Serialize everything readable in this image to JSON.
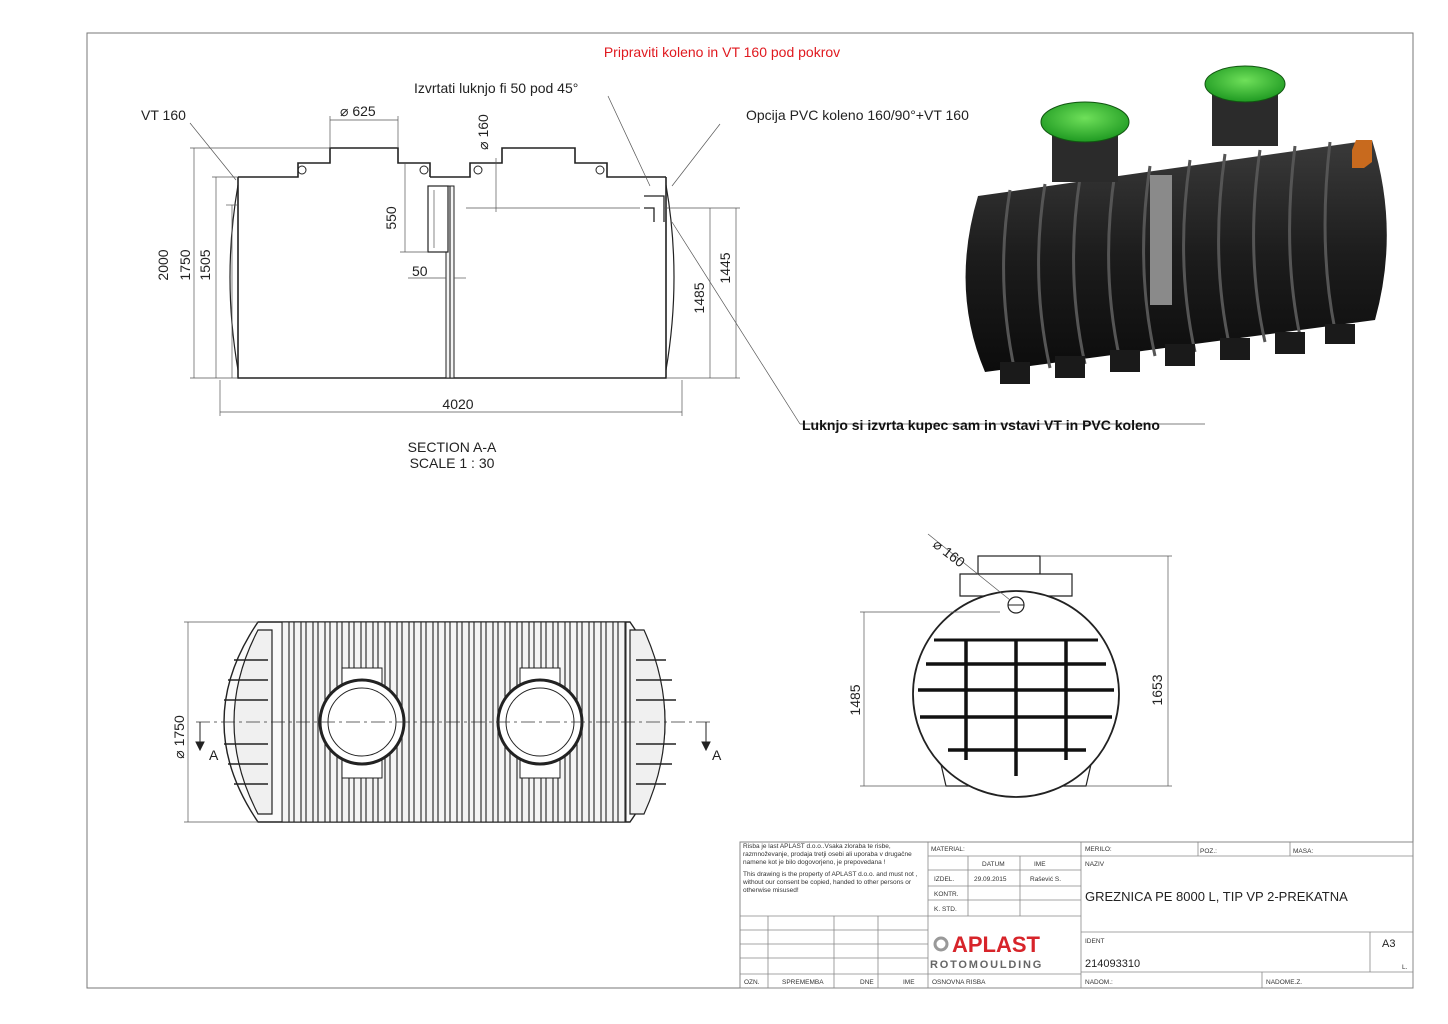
{
  "annotations": {
    "top_note": "Pripraviti koleno in VT 160 pod pokrov",
    "drill_note": "Izvrtati luknjo fi 50 pod 45°",
    "vt_label": "VT 160",
    "option_note": "Opcija PVC koleno 160/90°+VT 160",
    "customer_note": "Luknjo si izvrta kupec sam in vstavi VT in PVC koleno"
  },
  "section": {
    "title": "SECTION A-A",
    "scale": "SCALE 1 : 30",
    "dims": {
      "d625": "⌀ 625",
      "d160": "⌀ 160",
      "h2000": "2000",
      "h1750": "1750",
      "h1505": "1505",
      "h550": "550",
      "w50": "50",
      "h1485": "1485",
      "h1445": "1445",
      "w4020": "4020"
    }
  },
  "top_view": {
    "dim_1750": "⌀ 1750",
    "marker_left": "A",
    "marker_right": "A"
  },
  "end_view": {
    "d160": "⌀ 160",
    "h1485": "1485",
    "h1653": "1653"
  },
  "title_block": {
    "notice_sl": "Risba je last APLAST d.o.o..Vsaka zloraba te risbe, razmnoževanje, prodaja tretji osebi ali uporaba v drugačne namene kot je bilo dogovorjeno, je prepovedana !",
    "notice_en": "This drawing is the property of APLAST d.o.o. and must not , without our consent be copied, handed to other persons or otherwise misused!",
    "material_label": "MATERIAL:",
    "merilo_label": "MERILO:",
    "poz_label": "POZ.:",
    "masa_label": "MASA:",
    "datum_label": "DATUM",
    "ime_label": "IME",
    "naziv_label": "NAZIV",
    "izdel_label": "IZDEL.",
    "izdel_date": "29.09.2015",
    "izdel_name": "Rašević S.",
    "kontr_label": "KONTR.",
    "kstd_label": "K. STD.",
    "title": "GREZNICA  PE 8000 L, TIP VP  2-PREKATNA",
    "ident_label": "IDENT",
    "ident_value": "214093310",
    "format": "A3",
    "l_label": "L.",
    "ozn_label": "OZN.",
    "sprememba_label": "SPREMEMBA",
    "dne_label": "DNE",
    "ime2_label": "IME",
    "osnovna_label": "OSNOVNA RISBA",
    "nadom_label": "NADOM.:",
    "nadomez_label": "NADOME.Z.",
    "logo_top": "APLAST",
    "logo_bottom": "ROTOMOULDING"
  }
}
